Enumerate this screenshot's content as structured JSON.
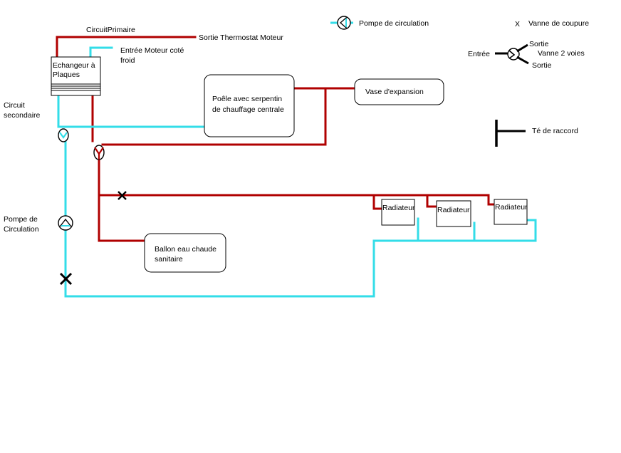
{
  "colors": {
    "primary_circuit": "#b00000",
    "secondary_circuit": "#33dde8",
    "symbols": "#000000",
    "background": "#ffffff"
  },
  "legend": {
    "pump": "Pompe de circulation",
    "shutoff_valve": "Vanne de coupure",
    "shutoff_symbol": "X",
    "valve_2way": "Vanne 2 voies",
    "valve_inlet": "Entrée",
    "valve_outlet_top": "Sortie",
    "valve_outlet_bottom": "Sortie",
    "tee": "Té de raccord"
  },
  "labels": {
    "primary_circuit": "CircuitPrimaire",
    "thermostat_outlet": "Sortie Thermostat Moteur",
    "engine_inlet_line1": "Entrée Moteur coté",
    "engine_inlet_line2": "froid",
    "secondary_circuit_line1": "Circuit",
    "secondary_circuit_line2": "secondaire",
    "pump_line1": "Pompe de",
    "pump_line2": "Circulation"
  },
  "components": {
    "exchanger_line1": "Echangeur à",
    "exchanger_line2": "Plaques",
    "stove_line1": "Poêle avec serpentin",
    "stove_line2": "de chauffage centrale",
    "expansion_tank": "Vase d'expansion",
    "boiler_line1": "Ballon eau chaude",
    "boiler_line2": "sanitaire",
    "radiators": [
      "Radiateur",
      "Radiateur",
      "Radiateur"
    ]
  }
}
